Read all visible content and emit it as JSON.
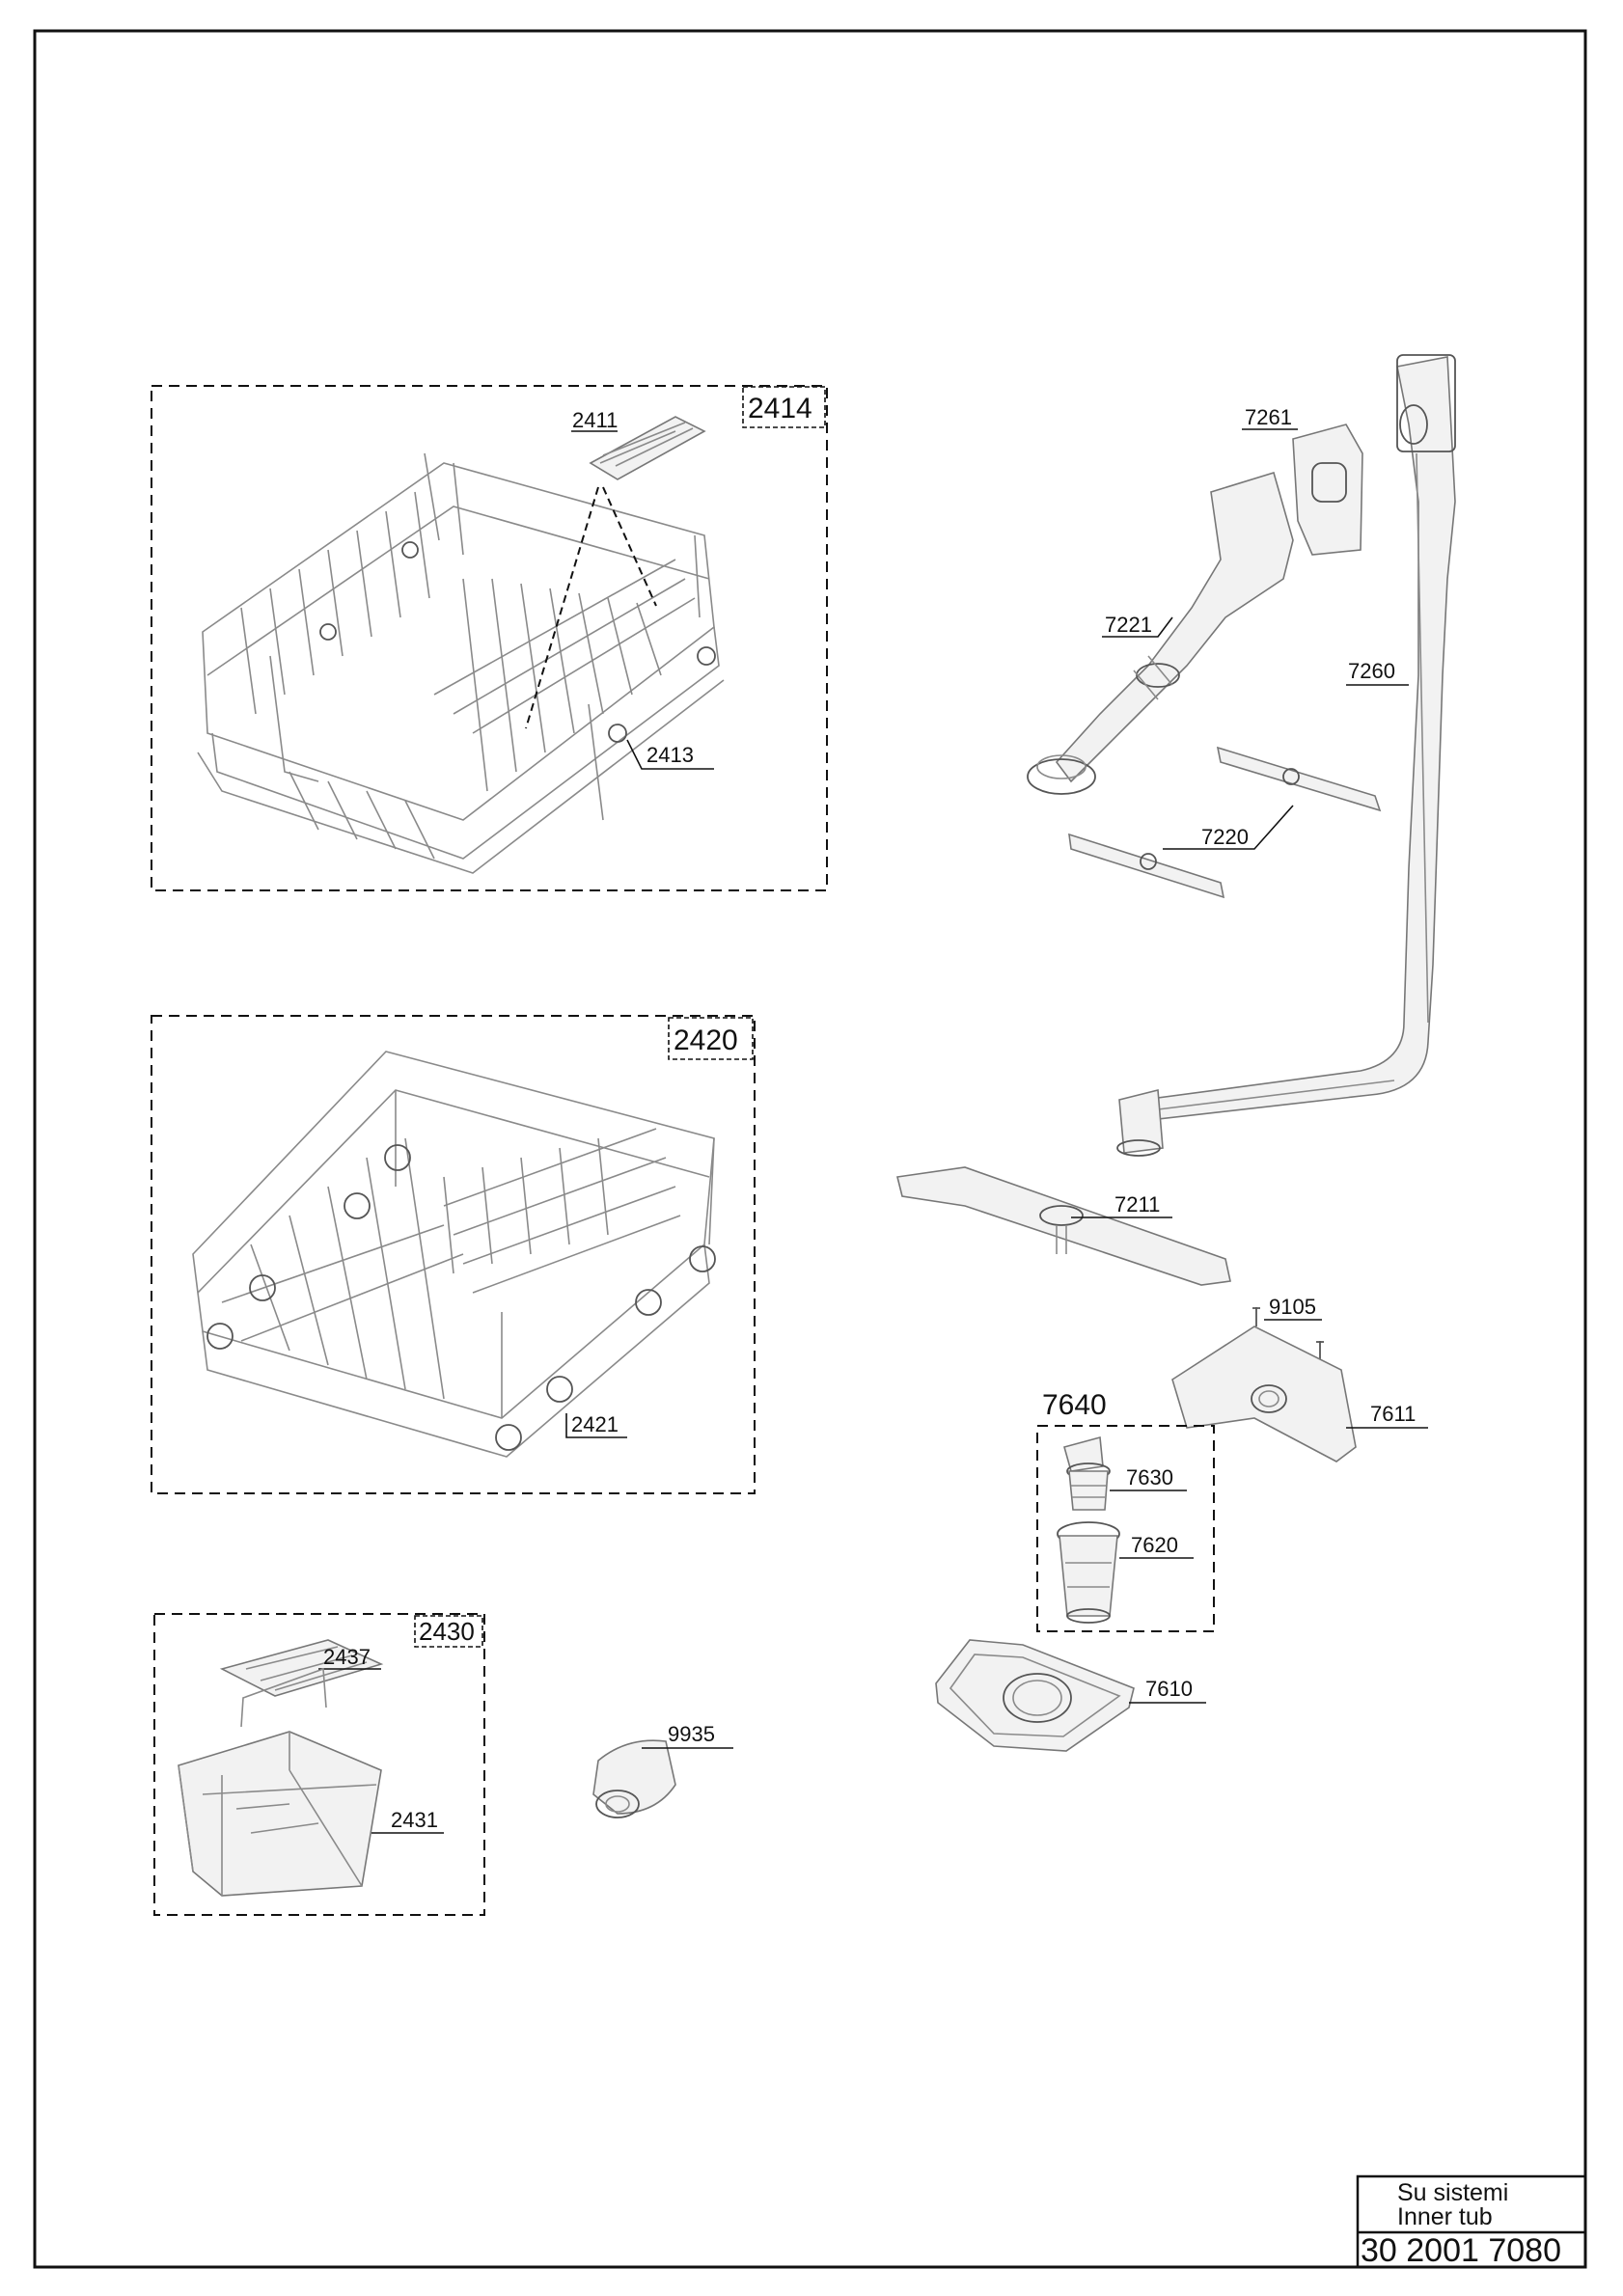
{
  "groups": {
    "upper_basket": "2414",
    "lower_basket": "2420",
    "cutlery_basket": "2430",
    "filter_group": "7640"
  },
  "parts": {
    "p2411": "2411",
    "p2413": "2413",
    "p2421": "2421",
    "p2437": "2437",
    "p2431": "2431",
    "p9935": "9935",
    "p7261": "7261",
    "p7221": "7221",
    "p7260": "7260",
    "p7220": "7220",
    "p7211": "7211",
    "p9105": "9105",
    "p7611": "7611",
    "p7630": "7630",
    "p7620": "7620",
    "p7610": "7610"
  },
  "title_block": {
    "line1": "Su sistemi",
    "line2": "Inner tub",
    "drawing_number": "30 2001 7080"
  }
}
